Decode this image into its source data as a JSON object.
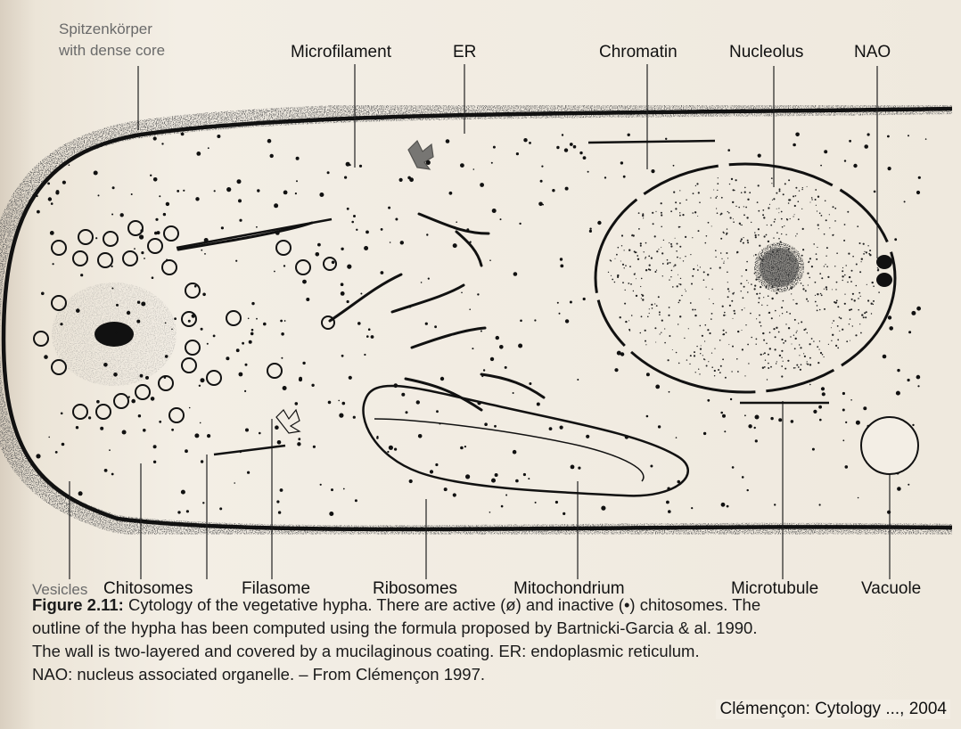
{
  "top_labels": {
    "spitzenkorper_1": "Spitzenkörper",
    "spitzenkorper_2": "with dense core",
    "microfilament": "Microfilament",
    "er": "ER",
    "chromatin": "Chromatin",
    "nucleolus": "Nucleolus",
    "nao": "NAO"
  },
  "bottom_labels": {
    "vesicles": "Vesicles",
    "chitosomes": "Chitosomes",
    "filasome": "Filasome",
    "ribosomes": "Ribosomes",
    "mitochondrium": "Mitochondrium",
    "microtubule": "Microtubule",
    "vacuole": "Vacuole"
  },
  "caption": {
    "figure_label": "Figure 2.11:",
    "line1_text": " Cytology of the vegetative hypha. There are active (ø) and inactive (•) chitosomes. The",
    "line2": "outline of the hypha has been computed using the formula proposed by Bartnicki-Garcia & al. 1990.",
    "line3": "The wall is two-layered and covered by a mucilaginous coating. ER: endoplasmic reticulum.",
    "line4": "NAO: nucleus associated organelle. – From Clémençon 1997."
  },
  "credit": "Clémençon: Cytology ..., 2004"
}
